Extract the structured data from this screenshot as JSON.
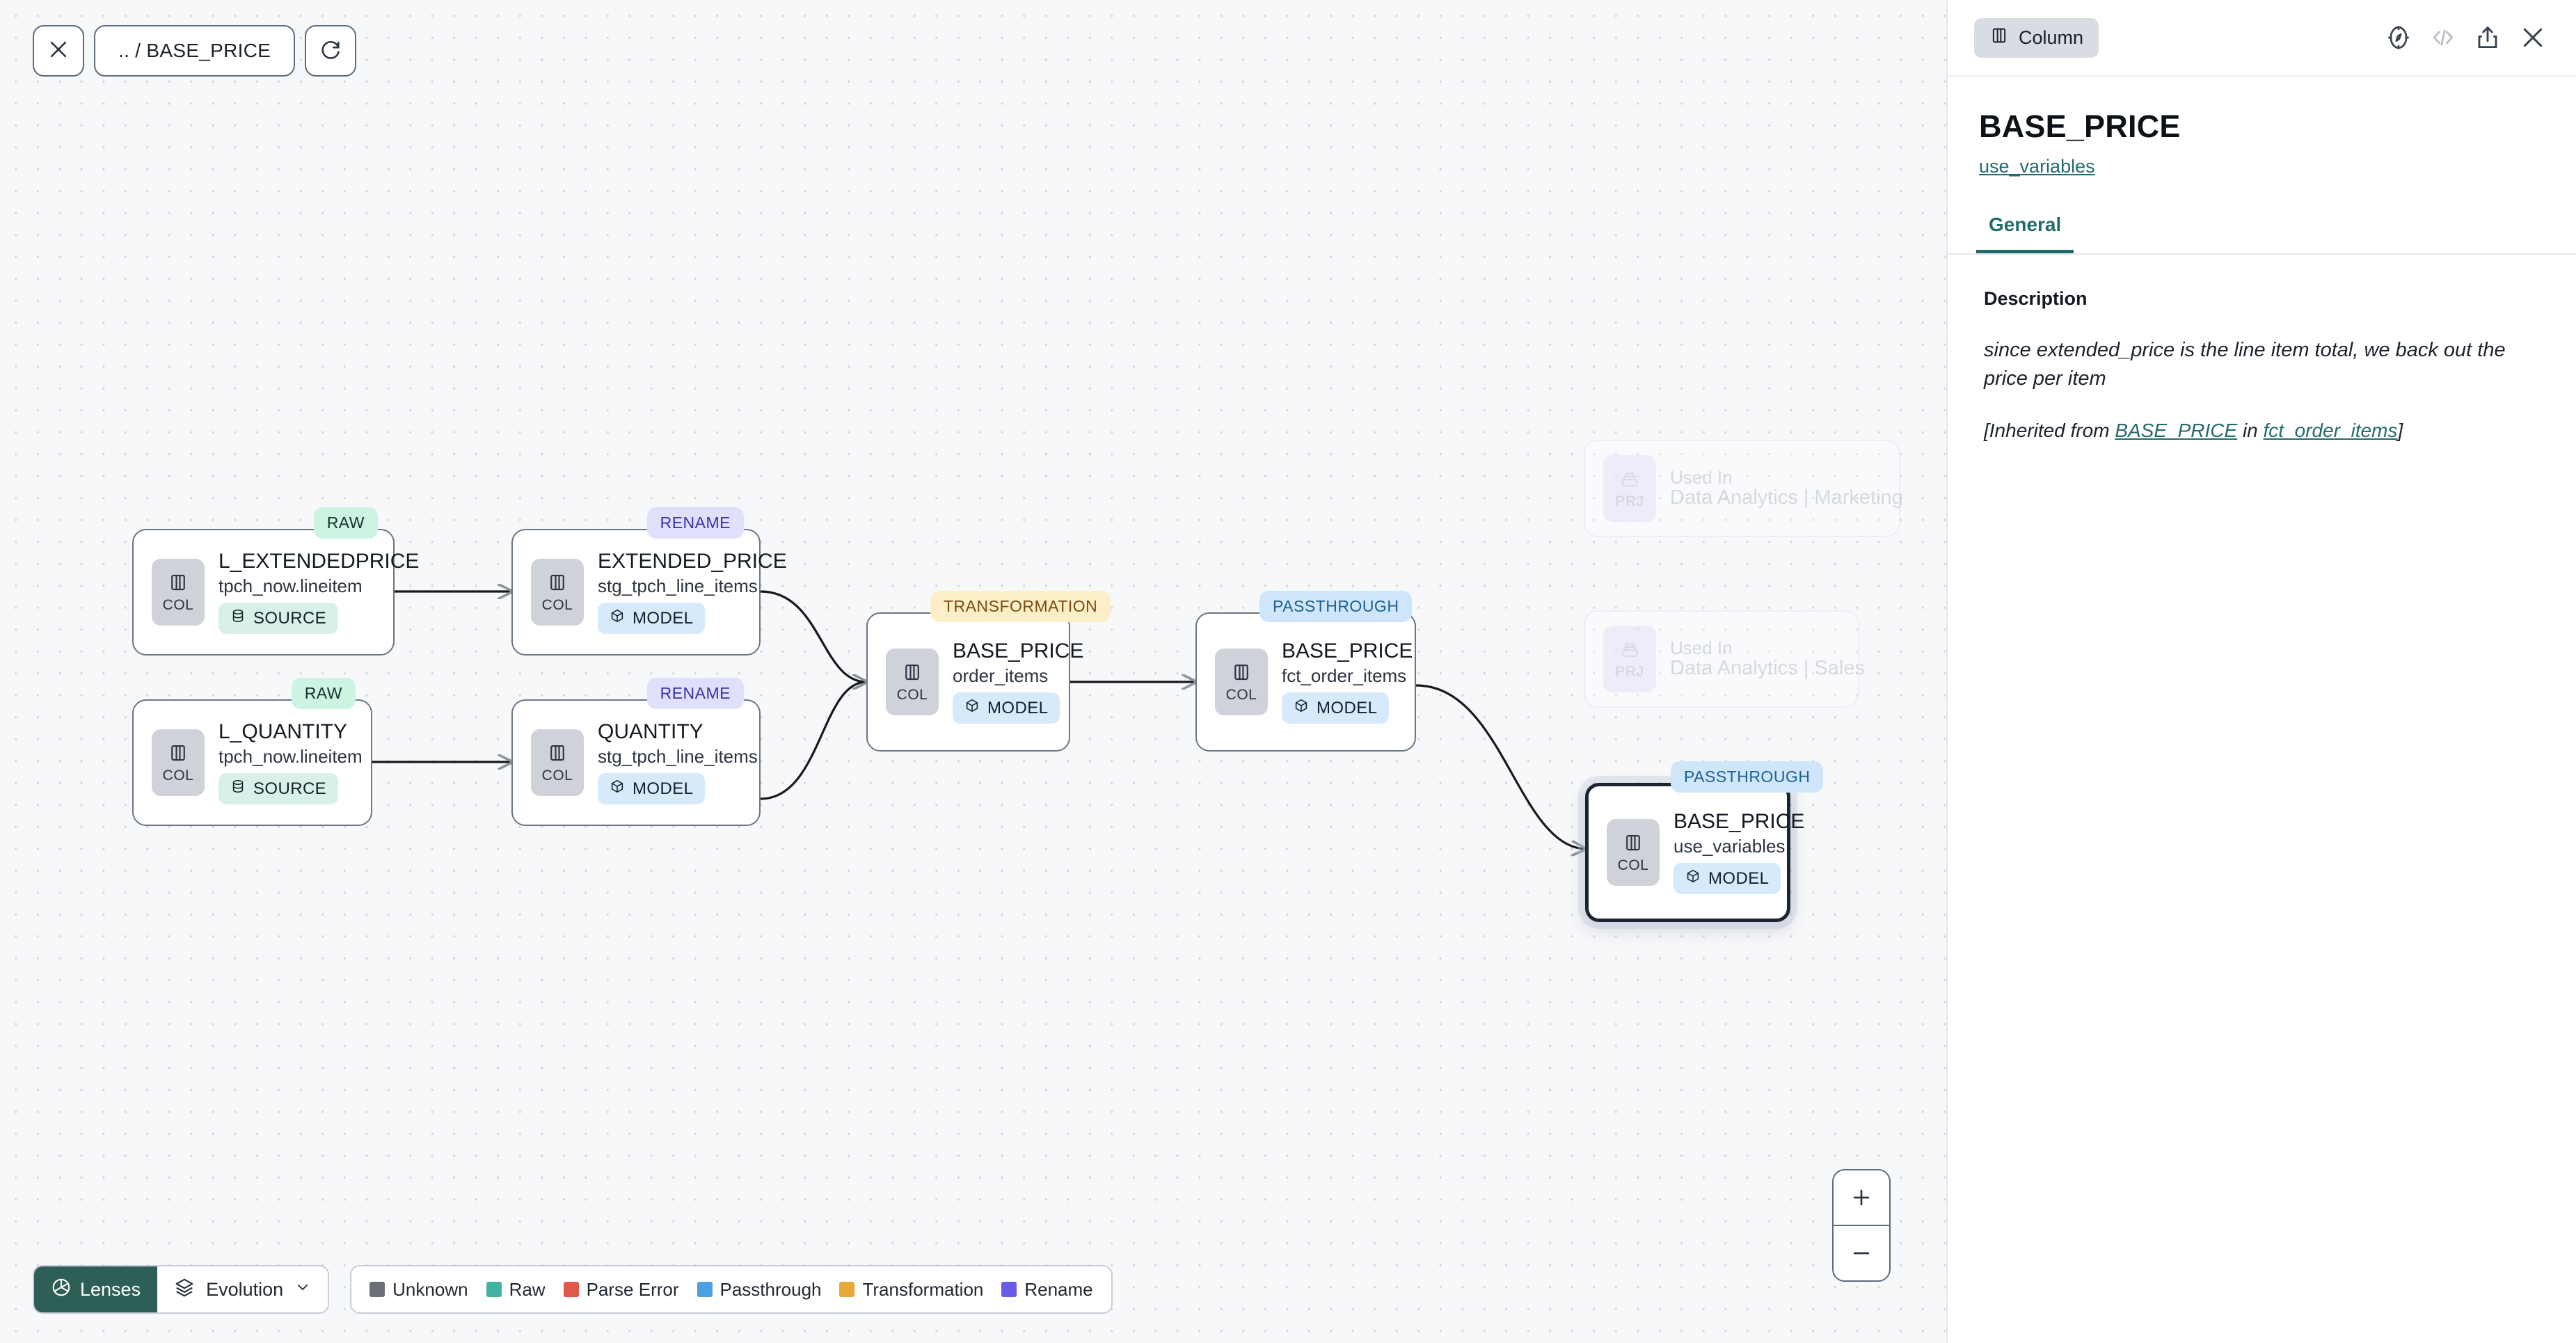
{
  "toolbar": {
    "close_icon": "close-icon",
    "breadcrumb": ".. / BASE_PRICE",
    "refresh_icon": "refresh-icon"
  },
  "graph": {
    "nodes": [
      {
        "id": "l_extendedprice",
        "type_badge": "RAW",
        "type_class": "tb-raw",
        "chip": "COL",
        "title": "L_EXTENDEDPRICE",
        "subtitle": "tpch_now.lineitem",
        "kind": "SOURCE",
        "kind_class": "kind-source",
        "kind_icon": "database-icon",
        "selected": false
      },
      {
        "id": "l_quantity",
        "type_badge": "RAW",
        "type_class": "tb-raw",
        "chip": "COL",
        "title": "L_QUANTITY",
        "subtitle": "tpch_now.lineitem",
        "kind": "SOURCE",
        "kind_class": "kind-source",
        "kind_icon": "database-icon",
        "selected": false
      },
      {
        "id": "extended_price",
        "type_badge": "RENAME",
        "type_class": "tb-ren",
        "chip": "COL",
        "title": "EXTENDED_PRICE",
        "subtitle": "stg_tpch_line_items",
        "kind": "MODEL",
        "kind_class": "kind-model",
        "kind_icon": "cube-icon",
        "selected": false
      },
      {
        "id": "quantity",
        "type_badge": "RENAME",
        "type_class": "tb-ren",
        "chip": "COL",
        "title": "QUANTITY",
        "subtitle": "stg_tpch_line_items",
        "kind": "MODEL",
        "kind_class": "kind-model",
        "kind_icon": "cube-icon",
        "selected": false
      },
      {
        "id": "base_price_order_items",
        "type_badge": "TRANSFORMATION",
        "type_class": "tb-trn",
        "chip": "COL",
        "title": "BASE_PRICE",
        "subtitle": "order_items",
        "kind": "MODEL",
        "kind_class": "kind-model",
        "kind_icon": "cube-icon",
        "selected": false
      },
      {
        "id": "base_price_fct_order_items",
        "type_badge": "PASSTHROUGH",
        "type_class": "tb-pas",
        "chip": "COL",
        "title": "BASE_PRICE",
        "subtitle": "fct_order_items",
        "kind": "MODEL",
        "kind_class": "kind-model",
        "kind_icon": "cube-icon",
        "selected": false
      },
      {
        "id": "base_price_use_variables",
        "type_badge": "PASSTHROUGH",
        "type_class": "tb-pas",
        "chip": "COL",
        "title": "BASE_PRICE",
        "subtitle": "use_variables",
        "kind": "MODEL",
        "kind_class": "kind-model",
        "kind_icon": "cube-icon",
        "selected": true
      }
    ],
    "used_in_cards": [
      {
        "chip": "PRJ",
        "label": "Used In",
        "name": "Data Analytics | Marketing"
      },
      {
        "chip": "PRJ",
        "label": "Used In",
        "name": "Data Analytics | Sales"
      }
    ]
  },
  "bottombar": {
    "lenses_label": "Lenses",
    "lenses_icon": "aperture-icon",
    "evolution_label": "Evolution",
    "evolution_icon": "layers-icon",
    "chevron_icon": "chevron-down-icon",
    "legend": [
      {
        "label": "Unknown",
        "color": "#6b7076"
      },
      {
        "label": "Raw",
        "color": "#41b3a0"
      },
      {
        "label": "Parse Error",
        "color": "#e2574c"
      },
      {
        "label": "Passthrough",
        "color": "#4ba0e2"
      },
      {
        "label": "Transformation",
        "color": "#e8a93a"
      },
      {
        "label": "Rename",
        "color": "#6a5ae8"
      }
    ]
  },
  "zoom_controls": {
    "zoom_in": "+",
    "zoom_out": "−"
  },
  "panel": {
    "badge_label": "Column",
    "badge_icon": "column-icon",
    "icons": [
      {
        "name": "compass-icon"
      },
      {
        "name": "code-icon"
      },
      {
        "name": "share-icon"
      },
      {
        "name": "close-icon"
      }
    ],
    "title": "BASE_PRICE",
    "subtitle_link": "use_variables",
    "tabs": [
      {
        "label": "General",
        "active": true
      }
    ],
    "description_label": "Description",
    "description_text": "since extended_price is the line item total, we back out the price per item",
    "inherited_prefix": "[Inherited from ",
    "inherited_link_1": "BASE_PRICE",
    "inherited_middle": " in ",
    "inherited_link_2": "fct_order_items",
    "inherited_suffix": "]"
  },
  "colors": {
    "accent_teal": "#236b6b",
    "lenses_bg": "#2d5f56",
    "canvas_bg": "#f7f8fa"
  }
}
